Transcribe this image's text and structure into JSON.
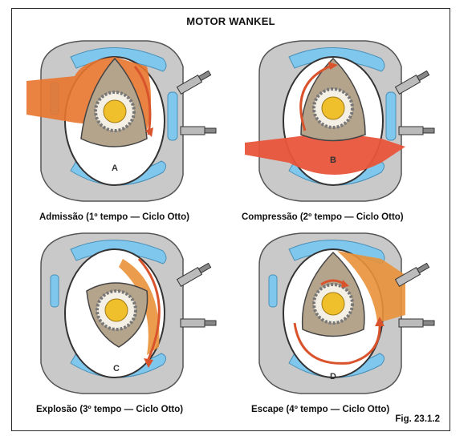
{
  "title": "MOTOR WANKEL",
  "figure_ref": "Fig. 23.1.2",
  "panels": [
    {
      "letter": "A",
      "caption": "Admissão (1º tempo — Ciclo Otto)"
    },
    {
      "letter": "B",
      "caption": "Compressão (2º tempo — Ciclo Otto)"
    },
    {
      "letter": "C",
      "caption": "Explosão (3º tempo — Ciclo Otto)"
    },
    {
      "letter": "D",
      "caption": "Escape (4º tempo — Ciclo Otto)"
    }
  ],
  "colors": {
    "housing_grey": "#c9c9c9",
    "coolant_blue": "#7fc7ec",
    "chamber_white": "#ffffff",
    "fresh_charge_orange": "#e8742e",
    "compressed_red": "#e8553a",
    "exhaust_orange": "#e9923a",
    "rotor_tan": "#b5a48c",
    "gear_yellow": "#f0bf2c",
    "arrow_red": "#d9532c"
  }
}
